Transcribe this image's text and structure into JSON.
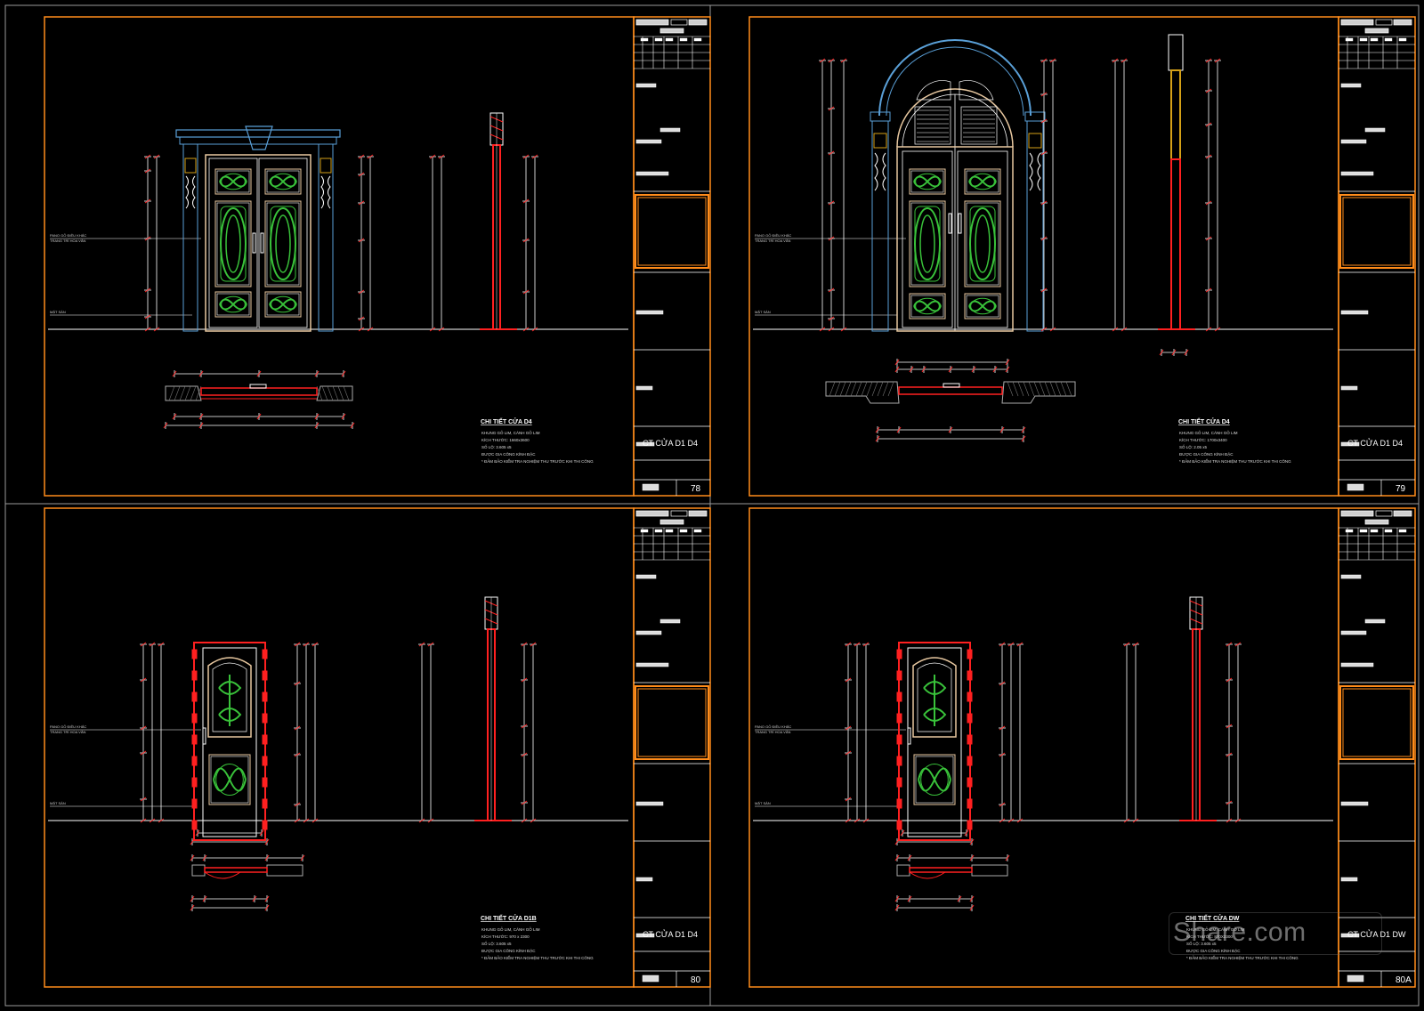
{
  "watermark": {
    "prefix": "",
    "brand": "Share.com"
  },
  "colors": {
    "frame": "#ff8c1a",
    "line": "#ffffff",
    "red": "#ff2020",
    "green": "#39c23a",
    "blue": "#5aa0d8",
    "gold": "#d4a017"
  },
  "sheets": [
    {
      "id": "78",
      "sheet_title": "CHI TIẾT CỬA D4",
      "notes": [
        "KHUNG GỖ LIM, CÁNH GỖ LIM",
        "KÍCH THƯỚC: 1660x3600",
        "SỐ LỘ: 3.605 x5",
        "ĐƯỢC GIA CÔNG KÍNH ĐẶC",
        "* ĐẢM BẢO KIỂM TRA NGHIỆM THU TRƯỚC KHI THI CÔNG"
      ],
      "label_left_1": "PANO GỖ ĐIÊU KHẮC",
      "label_left_2": "TRANG TRÍ HOA VĂN",
      "label_floor": "MẶT SÀN",
      "block_title": "CT CỬA  D1 D4",
      "page_number": "78",
      "type": "double-rect"
    },
    {
      "id": "79",
      "sheet_title": "CHI TIẾT CỬA D4",
      "notes": [
        "KHUNG GỖ LIM, CÁNH GỖ LIM",
        "KÍCH THƯỚC: 1700x3400",
        "SỐ LỘ: 2.05 x5",
        "ĐƯỢC GIA CÔNG KÍNH ĐẶC",
        "* ĐẢM BẢO KIỂM TRA NGHIỆM THU TRƯỚC KHI THI CÔNG"
      ],
      "label_left_1": "PANO GỖ ĐIÊU KHẮC",
      "label_left_2": "TRANG TRÍ HOA VĂN",
      "label_floor": "MẶT SÀN",
      "block_title": "CT CỬA  D1 D4",
      "page_number": "79",
      "type": "double-arch"
    },
    {
      "id": "80",
      "sheet_title": "CHI TIẾT CỬA D1B",
      "notes": [
        "KHUNG GỖ LIM, CÁNH GỖ LIM",
        "KÍCH THƯỚC: 970 x 2300",
        "SỐ LỘ: 3.605 x5",
        "ĐƯỢC GIA CÔNG KÍNH ĐẶC",
        "* ĐẢM BẢO KIỂM TRA NGHIỆM THU TRƯỚC KHI THI CÔNG"
      ],
      "label_left_1": "PANO GỖ ĐIÊU KHẮC",
      "label_left_2": "TRANG TRÍ HOA VĂN",
      "label_floor": "MẶT SÀN",
      "block_title": "CT CỬA  D1 D4",
      "page_number": "80",
      "type": "single"
    },
    {
      "id": "80A",
      "sheet_title": "CHI TIẾT CỬA DW",
      "notes": [
        "KHUNG GỖ LIM, CÁNH GỖ LIM",
        "KÍCH THƯỚC: 870X2300",
        "SỐ LỘ: 3.605 x5",
        "ĐƯỢC GIA CÔNG KÍNH ĐẶC",
        "* ĐẢM BẢO KIỂM TRA NGHIỆM THU TRƯỚC KHI THI CÔNG"
      ],
      "label_left_1": "PANO GỖ ĐIÊU KHẮC",
      "label_left_2": "TRANG TRÍ HOA VĂN",
      "label_floor": "MẶT SÀN",
      "block_title": "CT CỬA  D1 DW",
      "page_number": "80A",
      "type": "single"
    }
  ]
}
